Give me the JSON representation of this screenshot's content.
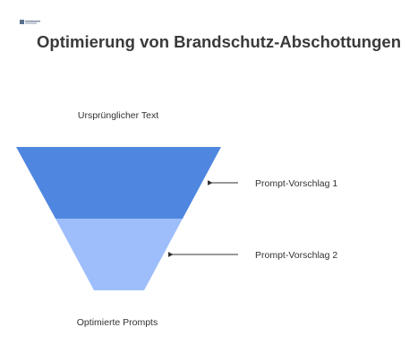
{
  "header": {
    "title": "Optimierung von Brandschutz-Abschottungen"
  },
  "funnel": {
    "top_label": "Ursprünglicher Text",
    "bottom_label": "Optimierte Prompts",
    "stages": [
      {
        "color": "#4f87e0",
        "annotation": "Prompt-Vorschlag 1"
      },
      {
        "color": "#9dbefa",
        "annotation": "Prompt-Vorschlag 2"
      }
    ]
  }
}
